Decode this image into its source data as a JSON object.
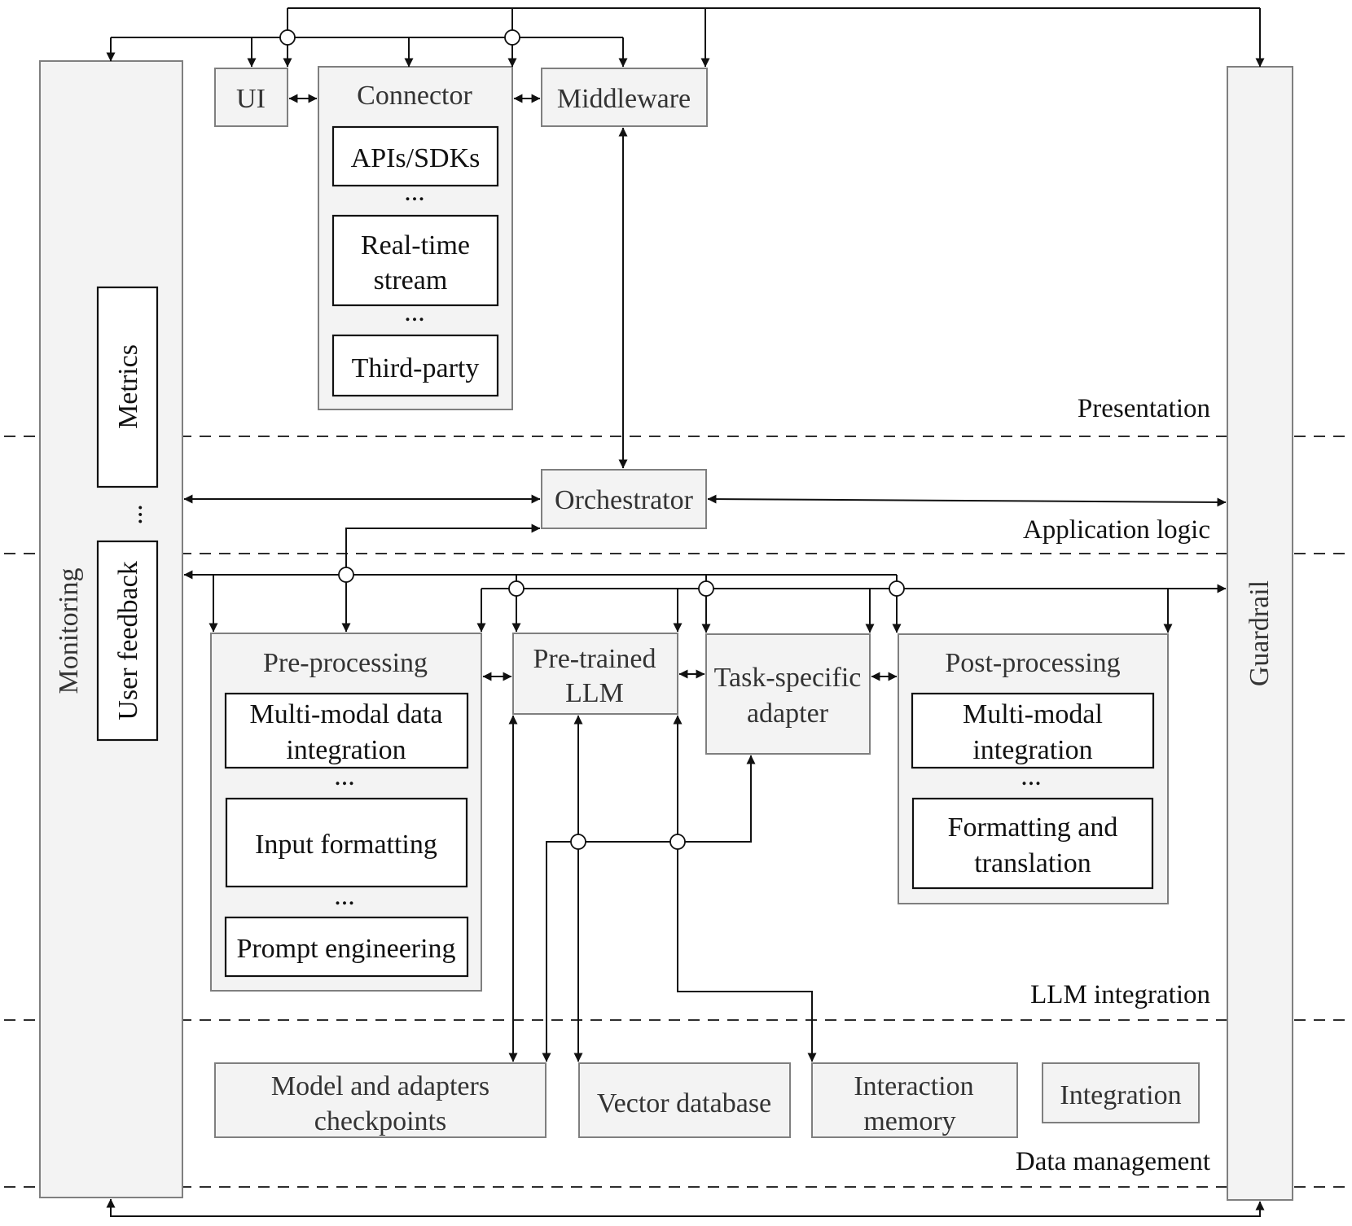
{
  "layers": {
    "presentation": "Presentation",
    "application_logic": "Application logic",
    "llm_integration": "LLM integration",
    "data_management": "Data management"
  },
  "monitoring": {
    "label": "Monitoring",
    "metrics": "Metrics",
    "ellipsis": "...",
    "user_feedback": "User feedback"
  },
  "guardrail": {
    "label": "Guardrail"
  },
  "presentation": {
    "ui": "UI",
    "connector": {
      "title": "Connector",
      "items": [
        "APIs/SDKs",
        "...",
        "Real-time",
        "stream",
        "...",
        "Third-party"
      ]
    },
    "middleware": "Middleware"
  },
  "application_logic": {
    "orchestrator": "Orchestrator"
  },
  "llm_integration": {
    "pre_processing": {
      "title": "Pre-processing",
      "items": [
        "Multi-modal data",
        "integration",
        "...",
        "Input formatting",
        "...",
        "Prompt engineering"
      ]
    },
    "pretrained_llm": [
      "Pre-trained",
      "LLM"
    ],
    "task_adapter": [
      "Task-specific",
      "adapter"
    ],
    "post_processing": {
      "title": "Post-processing",
      "items": [
        "Multi-modal",
        "integration",
        "...",
        "Formatting and",
        "translation"
      ]
    }
  },
  "data_management": {
    "checkpoints": [
      "Model and adapters",
      "checkpoints"
    ],
    "vector_db": "Vector database",
    "interaction_memory": [
      "Interaction",
      "memory"
    ],
    "integration": "Integration"
  },
  "colors": {
    "box_fill": "#f3f3f3",
    "box_border": "#7f7f7f",
    "line": "#111111"
  }
}
